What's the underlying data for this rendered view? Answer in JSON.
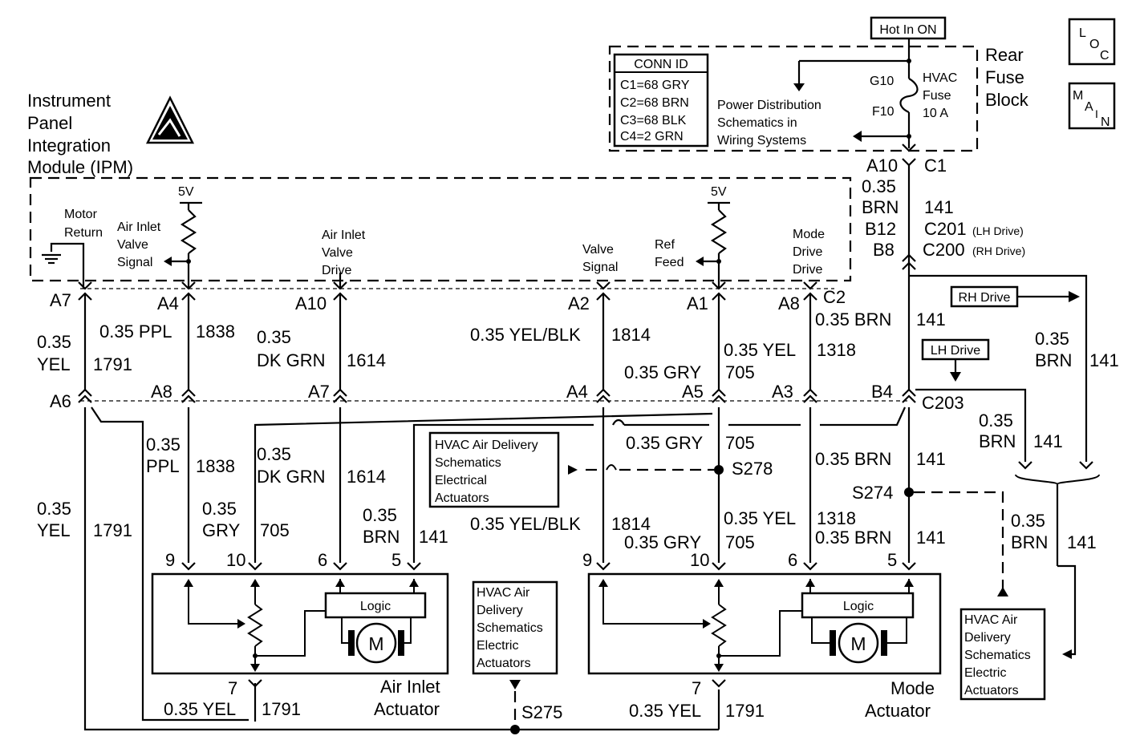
{
  "badges": {
    "hot": "Hot In ON",
    "loc": [
      "L",
      "O",
      "C"
    ],
    "main": [
      "M",
      "A",
      "I",
      "N"
    ]
  },
  "fuse_block": {
    "title": [
      "Rear",
      "Fuse",
      "Block"
    ],
    "conn_header": "CONN ID",
    "conn_rows": [
      "C1=68 GRY",
      "C2=68 BRN",
      "C3=68 BLK",
      "C4=2 GRN"
    ],
    "power_text": [
      "Power Distribution",
      "Schematics in",
      "Wiring Systems"
    ],
    "g10": "G10",
    "f10": "F10",
    "fuse_label": [
      "HVAC",
      "Fuse",
      "10 A"
    ]
  },
  "ipm": {
    "title": [
      "Instrument",
      "Panel",
      "Integration",
      "Module (IPM)"
    ],
    "v5": "5V",
    "motor_return": [
      "Motor",
      "Return"
    ],
    "air_inlet_valve_signal": [
      "Air Inlet",
      "Valve",
      "Signal"
    ],
    "air_inlet_valve_drive": [
      "Air Inlet",
      "Valve",
      "Drive"
    ],
    "valve_signal": [
      "Valve",
      "Signal"
    ],
    "ref_feed": [
      "Ref",
      "Feed"
    ],
    "mode_drive": [
      "Mode",
      "Drive",
      "Drive"
    ]
  },
  "pins": {
    "ipm_a7": "A7",
    "ipm_a4": "A4",
    "ipm_a10": "A10",
    "ipm_a2": "A2",
    "ipm_a1": "A1",
    "ipm_a8": "A8",
    "ipm_c2": "C2",
    "c203_a6": "A6",
    "c203_a8": "A8",
    "c203_a7": "A7",
    "c203_a4": "A4",
    "c203_a5": "A5",
    "c203_a3": "A3",
    "c203_b4": "B4",
    "c203": "C203",
    "fuse_a10": "A10",
    "fuse_c1": "C1",
    "b12": "B12",
    "b8": "B8",
    "c201": "C201",
    "c201_sub": "(LH Drive)",
    "c200": "C200",
    "c200_sub": "(RH Drive)",
    "act_9": "9",
    "act_10": "10",
    "act_6": "6",
    "act_5": "5",
    "act_7": "7"
  },
  "wires": {
    "w035": "0.35",
    "yel": "YEL",
    "c1791": "1791",
    "ppl_full": "0.35 PPL",
    "ppl": "PPL",
    "c1838": "1838",
    "dkgrn": "DK GRN",
    "c1614": "1614",
    "yelblk_full": "0.35 YEL/BLK",
    "c1814": "1814",
    "gry_full": "0.35 GRY",
    "gry": "GRY",
    "c705": "705",
    "yel_full": "0.35 YEL",
    "c1318": "1318",
    "brn_full": "0.35 BRN",
    "brn": "BRN",
    "c141": "141"
  },
  "splices": {
    "s278": "S278",
    "s274": "S274",
    "s275": "S275"
  },
  "labels": {
    "rh_drive": "RH Drive",
    "lh_drive": "LH Drive"
  },
  "refs": {
    "hvac_top": [
      "HVAC Air Delivery",
      "Schematics",
      "Electrical",
      "Actuators"
    ],
    "hvac_mid": [
      "HVAC Air",
      "Delivery",
      "Schematics",
      "Electric",
      "Actuators"
    ],
    "hvac_right": [
      "HVAC Air",
      "Delivery",
      "Schematics",
      "Electric",
      "Actuators"
    ]
  },
  "actuators": {
    "logic": "Logic",
    "motor": "M",
    "air_inlet": [
      "Air Inlet",
      "Actuator"
    ],
    "mode": [
      "Mode",
      "Actuator"
    ]
  }
}
